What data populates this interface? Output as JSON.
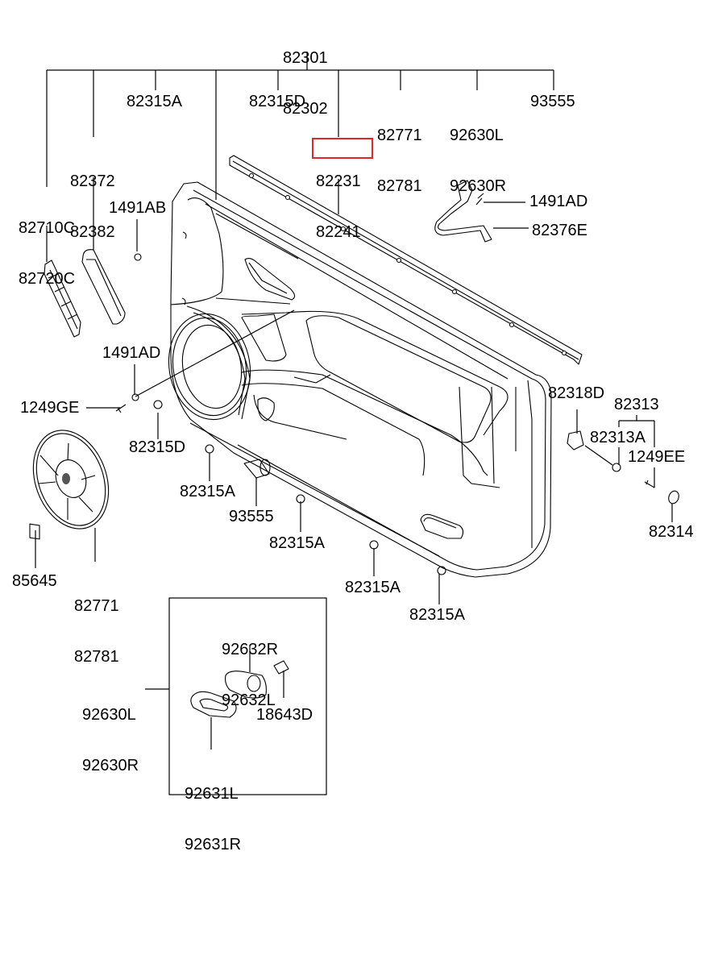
{
  "diagram": {
    "title": "Front Door Trim Panel Parts Diagram",
    "highlight_color": "#e0262b",
    "highlighted_part": "82231",
    "callouts": {
      "assembly_top": [
        "82301",
        "82302"
      ],
      "top_82315A": [
        "82315A"
      ],
      "top_82315D": [
        "82315D"
      ],
      "top_82771": [
        "82771",
        "82781"
      ],
      "top_92630": [
        "92630L",
        "92630R"
      ],
      "top_93555": [
        "93555"
      ],
      "weatherstrip": [
        "82231",
        "82241"
      ],
      "pull_handle": [
        "82372",
        "82382"
      ],
      "grille": [
        "82710C",
        "82720C"
      ],
      "clip_1491AB": [
        "1491AB"
      ],
      "clip_1491AD_left": [
        "1491AD"
      ],
      "screw_1249GE": [
        "1249GE"
      ],
      "clip_82315D_lower": [
        "82315D"
      ],
      "clip_82315A_1": [
        "82315A"
      ],
      "switch_93555": [
        "93555"
      ],
      "clip_82315A_2": [
        "82315A"
      ],
      "clip_82315A_3": [
        "82315A"
      ],
      "clip_82315A_4": [
        "82315A"
      ],
      "speaker_grille": [
        "82771",
        "82781"
      ],
      "pad_85645": [
        "85645"
      ],
      "clip_1491AD_right": [
        "1491AD"
      ],
      "bracket_82376E": [
        "82376E"
      ],
      "bracket_82318D": [
        "82318D"
      ],
      "set_82313": [
        "82313"
      ],
      "nut_82313A": [
        "82313A"
      ],
      "screw_1249EE": [
        "1249EE"
      ],
      "cap_82314": [
        "82314"
      ],
      "lamp_assembly": [
        "92630L",
        "92630R"
      ],
      "lamp_housing": [
        "92632R",
        "92632L"
      ],
      "lamp_bulb": [
        "18643D"
      ],
      "lamp_lens": [
        "92631L",
        "92631R"
      ]
    }
  }
}
